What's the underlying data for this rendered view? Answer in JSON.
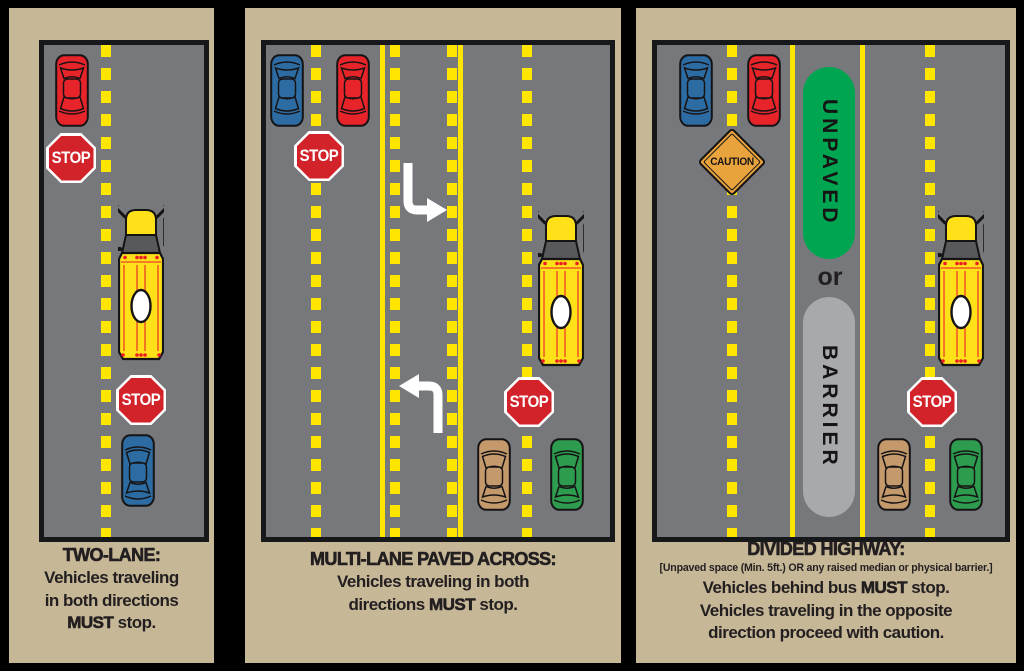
{
  "sign_labels": {
    "stop": "STOP",
    "caution": "CAUTION"
  },
  "median": {
    "unpaved": "UNPAVED",
    "or": "or",
    "barrier": "BARRIER"
  },
  "colors": {
    "background": "#000000",
    "panel_tan": "#C6B797",
    "road_gray": "#77787B",
    "road_border": "#17181A",
    "lane_yellow": "#FFE600",
    "bus_yellow": "#FFE11A",
    "bus_stripe_orange": "#F15A24",
    "windshield_gray": "#58595B",
    "stop_sign_red": "#D2232A",
    "caution_amber": "#E8A33D",
    "car_red": "#E8242B",
    "car_blue": "#2D6CA2",
    "car_tan": "#C49A6C",
    "car_green": "#2E9C4E",
    "median_green": "#00A551",
    "median_gray": "#A7A9AC",
    "text_dark": "#231F20"
  },
  "panels": [
    {
      "id": "two-lane",
      "caption": {
        "title": "TWO-LANE:",
        "lines": [
          [
            {
              "t": "Vehicles traveling"
            }
          ],
          [
            {
              "t": "in both directions"
            }
          ],
          [
            {
              "t": "MUST",
              "b": true
            },
            {
              "t": " stop."
            }
          ]
        ]
      }
    },
    {
      "id": "multi-lane-paved-across",
      "caption": {
        "title": "MULTI-LANE PAVED ACROSS:",
        "lines": [
          [
            {
              "t": "Vehicles traveling in both"
            }
          ],
          [
            {
              "t": "directions "
            },
            {
              "t": "MUST",
              "b": true
            },
            {
              "t": " stop."
            }
          ]
        ]
      }
    },
    {
      "id": "divided-highway",
      "caption": {
        "title": "DIVIDED HIGHWAY:",
        "subtitle": "[Unpaved space (Min. 5ft.) OR any raised median or physical barrier.]",
        "lines": [
          [
            {
              "t": "Vehicles behind bus "
            },
            {
              "t": "MUST",
              "b": true
            },
            {
              "t": " stop."
            }
          ],
          [
            {
              "t": "Vehicles traveling in the opposite"
            }
          ],
          [
            {
              "t": "direction proceed with caution."
            }
          ]
        ]
      }
    }
  ]
}
